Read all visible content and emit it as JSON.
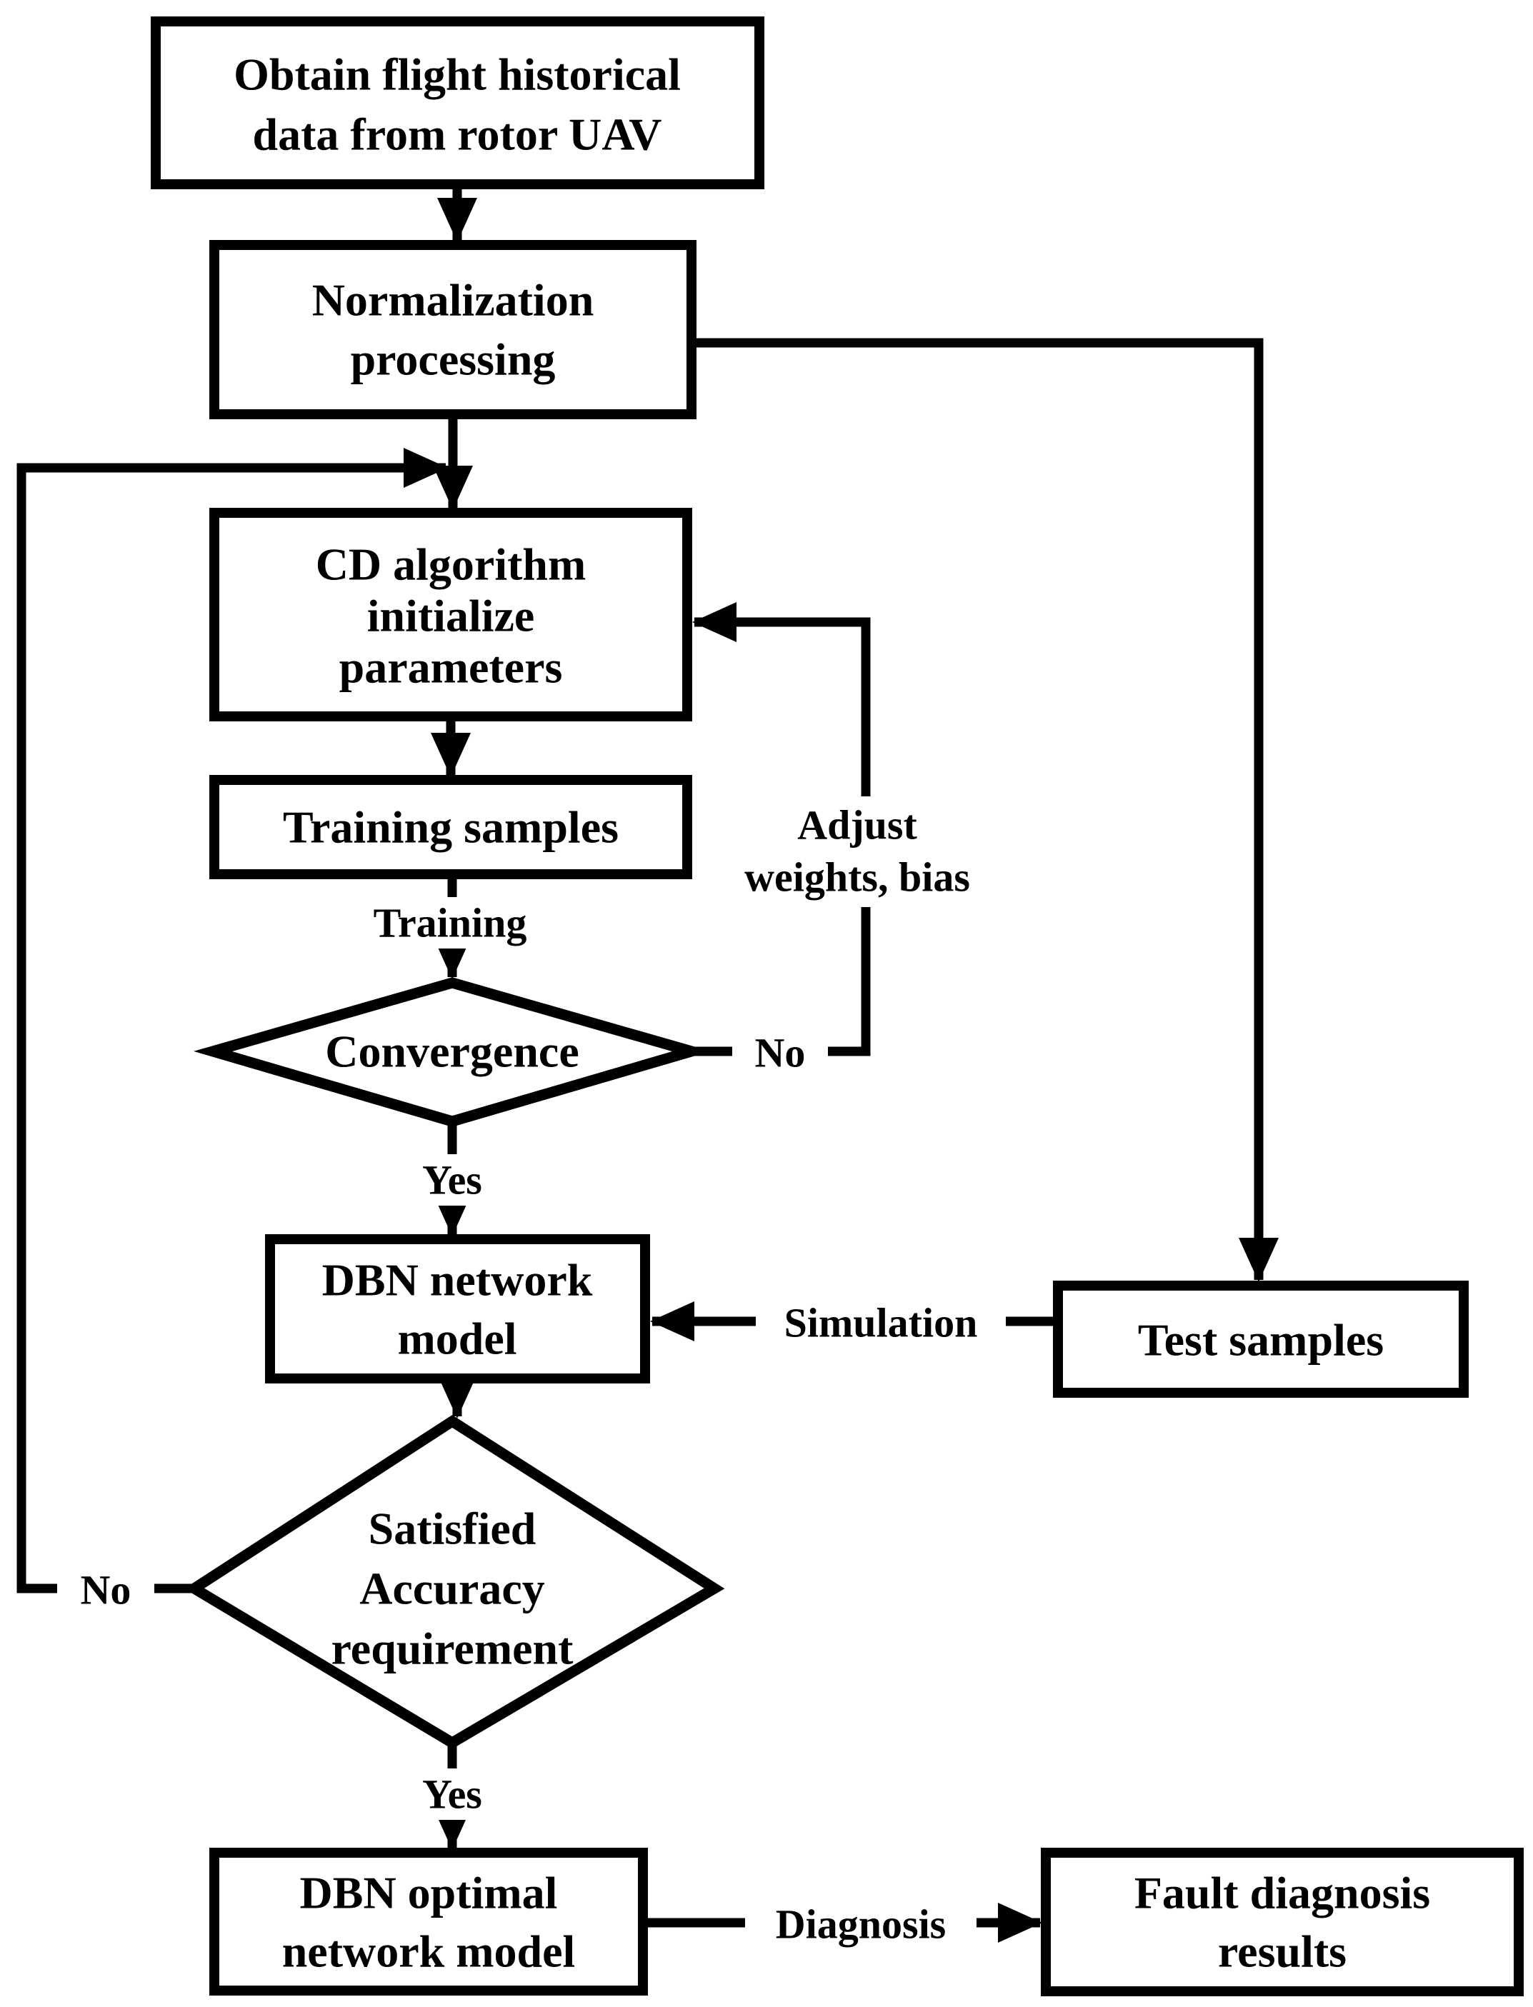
{
  "colors": {
    "stroke": "#000000",
    "node_fill": "#ffffff",
    "background": "#ffffff"
  },
  "nodes": {
    "obtain": {
      "type": "process",
      "lines": [
        "Obtain flight historical",
        "data from rotor UAV"
      ]
    },
    "normalization": {
      "type": "process",
      "lines": [
        "Normalization",
        "processing"
      ]
    },
    "cd_algorithm": {
      "type": "process",
      "lines": [
        "CD algorithm",
        "initialize",
        "parameters"
      ]
    },
    "training_samples": {
      "type": "process",
      "lines": [
        "Training samples"
      ]
    },
    "convergence": {
      "type": "decision",
      "lines": [
        "Convergence"
      ]
    },
    "dbn_network": {
      "type": "process",
      "lines": [
        "DBN network",
        "model"
      ]
    },
    "test_samples": {
      "type": "process",
      "lines": [
        "Test samples"
      ]
    },
    "satisfied": {
      "type": "decision",
      "lines": [
        "Satisfied",
        "Accuracy",
        "requirement"
      ]
    },
    "dbn_optimal": {
      "type": "process",
      "lines": [
        "DBN optimal",
        "network model"
      ]
    },
    "fault_results": {
      "type": "process",
      "lines": [
        "Fault diagnosis",
        "results"
      ]
    }
  },
  "edge_labels": {
    "training": "Training",
    "convergence_no": "No",
    "adjust_line1": "Adjust",
    "adjust_line2": "weights, bias",
    "convergence_yes": "Yes",
    "simulation": "Simulation",
    "satisfied_no": "No",
    "satisfied_yes": "Yes",
    "diagnosis": "Diagnosis"
  },
  "edges": [
    {
      "from": "obtain",
      "to": "normalization",
      "label": ""
    },
    {
      "from": "normalization",
      "to": "cd_algorithm",
      "label": ""
    },
    {
      "from": "normalization",
      "to": "test_samples",
      "label": ""
    },
    {
      "from": "cd_algorithm",
      "to": "training_samples",
      "label": ""
    },
    {
      "from": "training_samples",
      "to": "convergence",
      "label": "Training"
    },
    {
      "from": "convergence",
      "to": "cd_algorithm",
      "label": "No / Adjust weights, bias"
    },
    {
      "from": "convergence",
      "to": "dbn_network",
      "label": "Yes"
    },
    {
      "from": "test_samples",
      "to": "dbn_network",
      "label": "Simulation"
    },
    {
      "from": "dbn_network",
      "to": "satisfied",
      "label": ""
    },
    {
      "from": "satisfied",
      "to": "cd_algorithm",
      "label": "No"
    },
    {
      "from": "satisfied",
      "to": "dbn_optimal",
      "label": "Yes"
    },
    {
      "from": "dbn_optimal",
      "to": "fault_results",
      "label": "Diagnosis"
    }
  ]
}
